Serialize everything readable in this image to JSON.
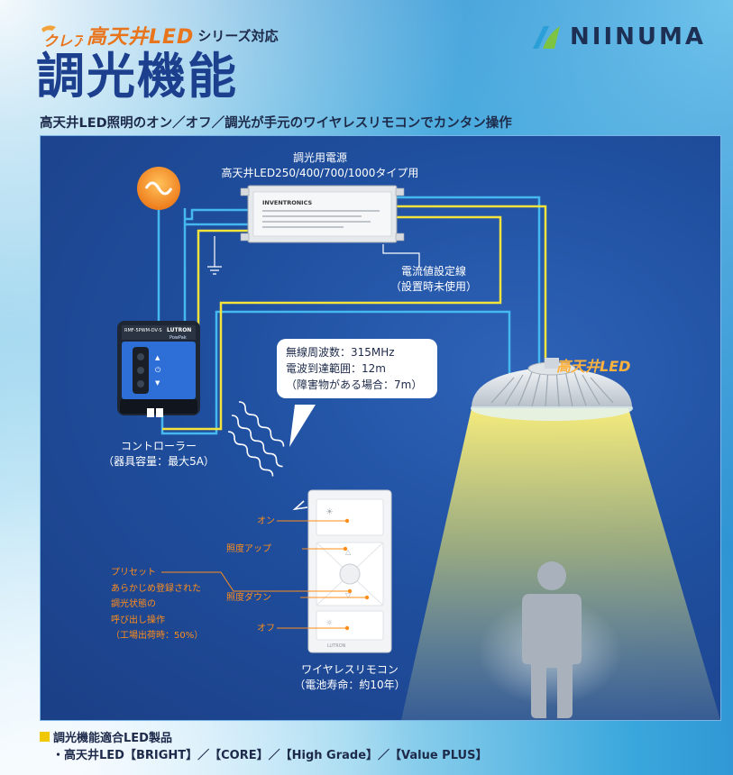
{
  "header": {
    "brand_small": "クレア",
    "series": "高天井LED",
    "series_suffix": "シリーズ対応",
    "title": "調光機能",
    "subtitle": "高天井LED照明のオン／オフ／調光が手元のワイヤレスリモコンでカンタン操作",
    "company": "NIINUMA"
  },
  "diagram": {
    "power_supply_label_1": "調光用電源",
    "power_supply_label_2": "高天井LED250/400/700/1000タイプ用",
    "power_supply_brand": "INVENTRONICS",
    "current_line_1": "電流値設定線",
    "current_line_2": "（設置時未使用）",
    "callout_1": "無線周波数：315MHz",
    "callout_2": "電波到達範囲：12m",
    "callout_3": "（障害物がある場合：7m）",
    "led_label": "高天井LED",
    "controller_label_1": "コントローラー",
    "controller_label_2": "（器具容量：最大5A）",
    "controller_model": "RMF-5PWM-DV-S",
    "controller_brand": "LUTRON",
    "controller_sub": "PowPak",
    "remote_label_1": "ワイヤレスリモコン",
    "remote_label_2": "（電池寿命：約10年）",
    "remote_brand": "LUTRON",
    "btn_on": "オン",
    "btn_up": "照度アップ",
    "btn_down": "照度ダウン",
    "btn_off": "オフ",
    "preset_1": "プリセット",
    "preset_2": "あらかじめ登録された",
    "preset_3": "調光状態の",
    "preset_4": "呼び出し操作",
    "preset_5": "（工場出荷時：50%）"
  },
  "footer": {
    "title": "調光機能適合LED製品",
    "products": "・高天井LED【BRIGHT】／【CORE】／【High Grade】／【Value PLUS】"
  },
  "colors": {
    "accent_orange": "#e8741b",
    "title_blue": "#1c3f8e",
    "wire_yellow": "#f3e33c",
    "wire_blue": "#46b8f0",
    "panel_blue": "#1f4f9f"
  }
}
